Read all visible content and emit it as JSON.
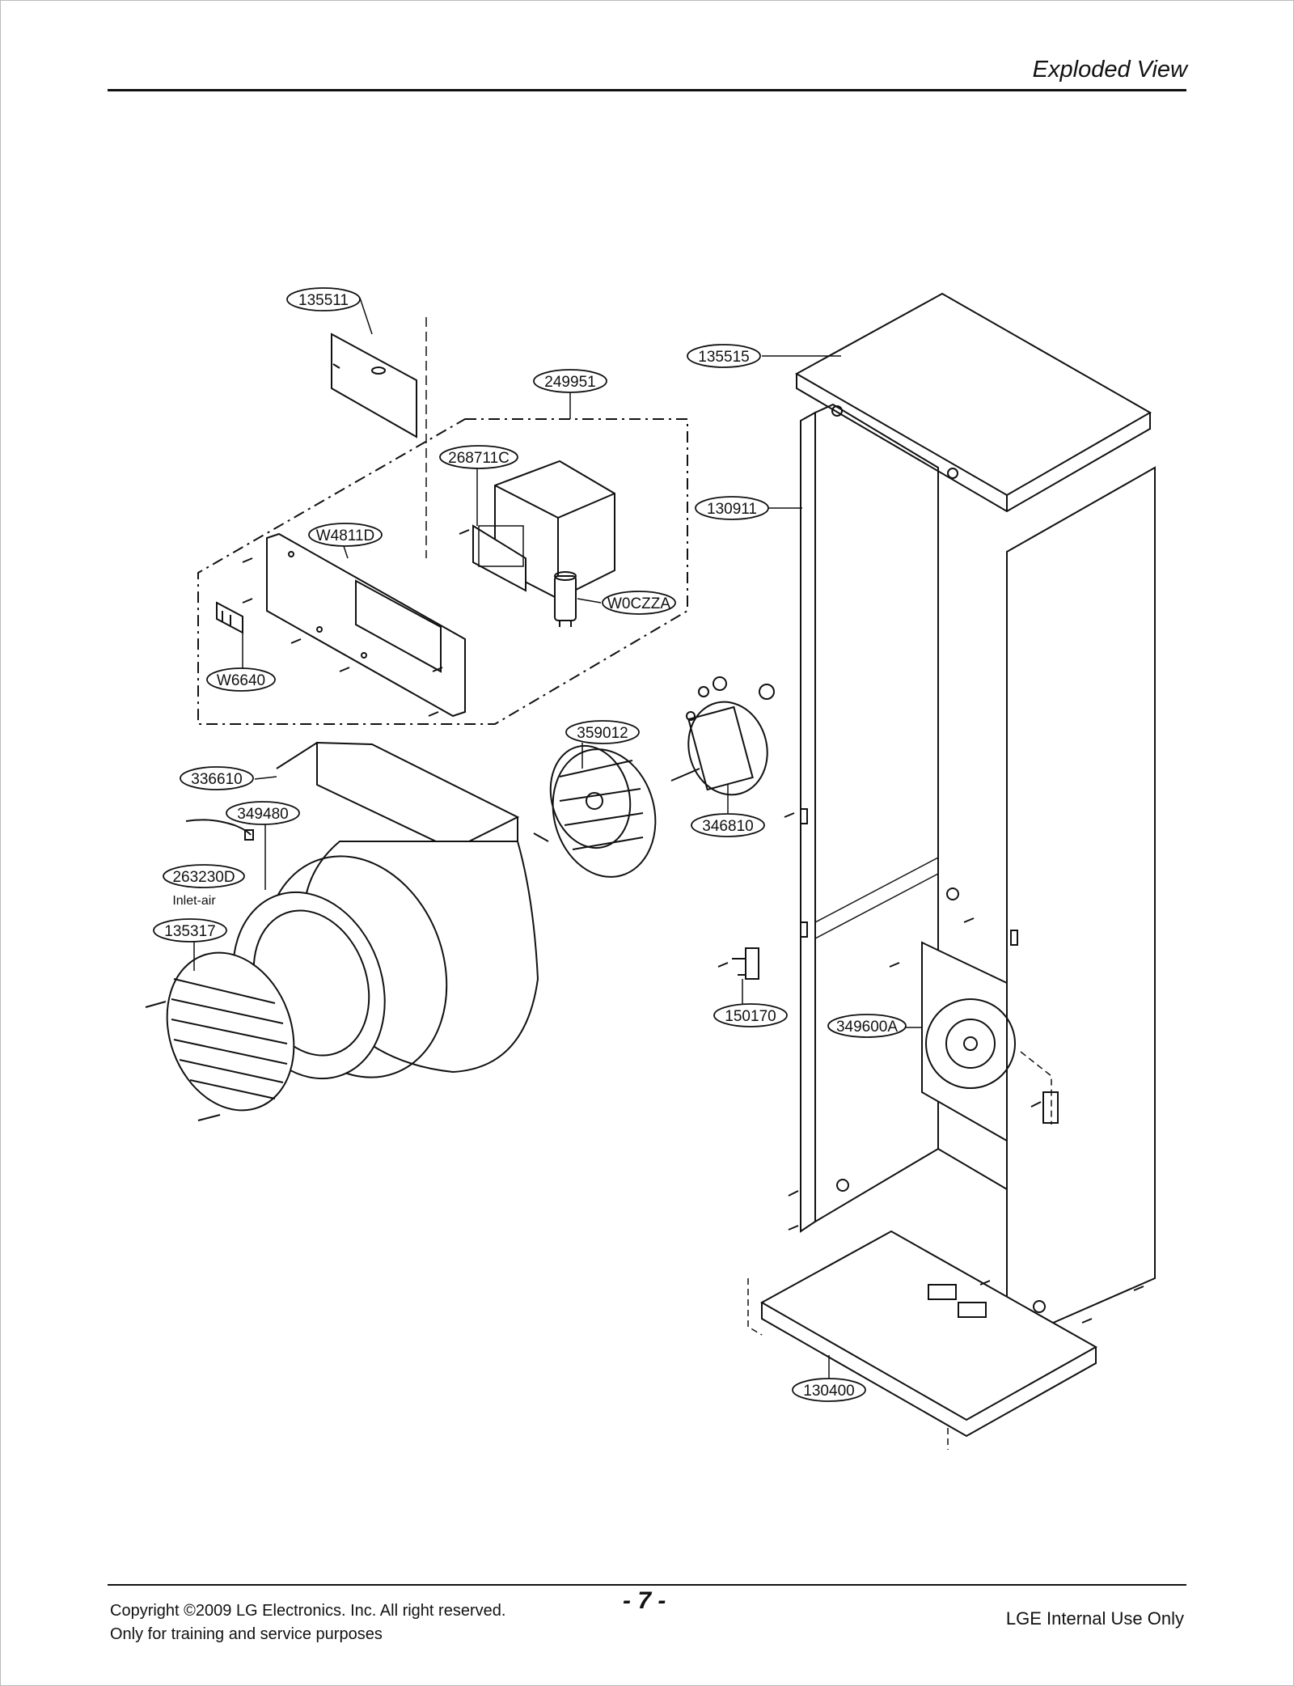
{
  "header": {
    "title": "Exploded View"
  },
  "callouts": {
    "c135511": "135511",
    "c249951": "249951",
    "c268711C": "268711C",
    "cW4811D": "W4811D",
    "cW0CZZA": "W0CZZA",
    "cW6640": "W6640",
    "c135515": "135515",
    "c130911": "130911",
    "c359012": "359012",
    "c336610": "336610",
    "c349480": "349480",
    "c346810": "346810",
    "c263230D": "263230D",
    "inlet_air": "Inlet-air",
    "c135317": "135317",
    "c150170": "150170",
    "c349600A": "349600A",
    "c130400": "130400"
  },
  "footer": {
    "copyright": "Copyright ©2009 LG Electronics. Inc. All right reserved.",
    "training": "Only for training and service purposes",
    "page_number": "- 7 -",
    "internal": "LGE Internal Use Only"
  }
}
